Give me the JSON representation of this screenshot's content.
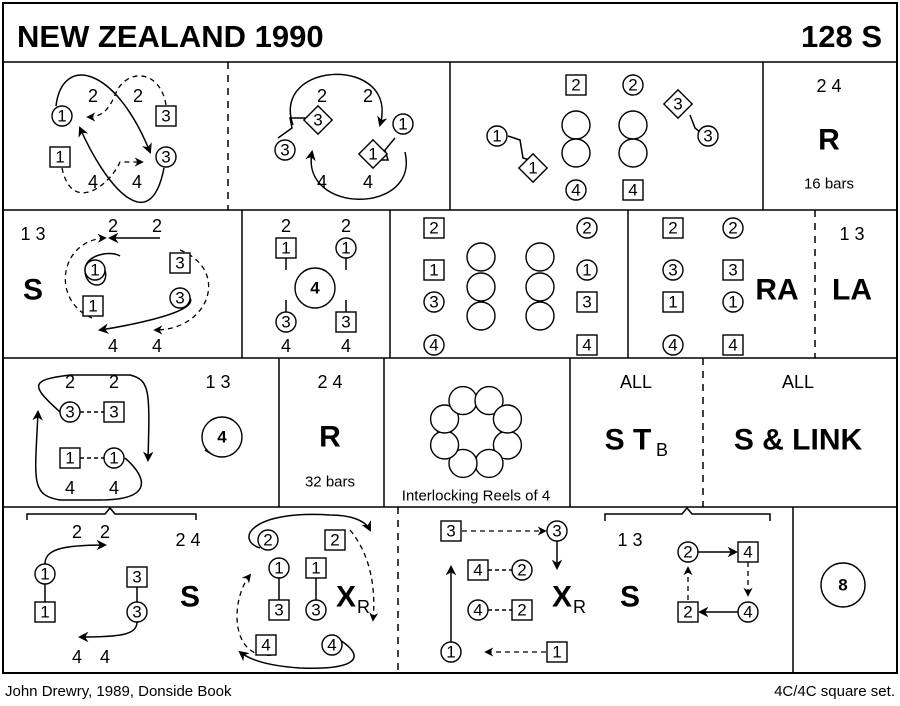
{
  "title": "NEW ZEALAND 1990",
  "tempo": "128 S",
  "footer": {
    "left": "John Drewry, 1989, Donside Book",
    "right": "4C/4C  square set."
  },
  "figures": [
    {
      "t": [
        "1",
        "2",
        "2",
        "3",
        "1",
        "4",
        "4",
        "3"
      ]
    },
    {
      "t": [
        "2",
        "2",
        "3",
        "3",
        "1",
        "1",
        "4",
        "4"
      ]
    },
    {
      "t": [
        "2",
        "2",
        "3",
        "1",
        "1",
        "3",
        "4",
        "4"
      ]
    },
    {
      "t": [
        "2 4",
        "R",
        "16 bars"
      ]
    },
    {
      "t": [
        "1 3",
        "S",
        "2",
        "2",
        "1",
        "3",
        "3",
        "1",
        "4",
        "4"
      ]
    },
    {
      "t": [
        "2",
        "2",
        "1",
        "1",
        "4",
        "3",
        "3",
        "4",
        "4"
      ]
    },
    {
      "t": [
        "2",
        "1",
        "3",
        "4",
        "2",
        "1",
        "3",
        "4"
      ]
    },
    {
      "t": [
        "2",
        "3",
        "1",
        "4",
        "2",
        "3",
        "1",
        "4",
        "RA"
      ]
    },
    {
      "t": [
        "1 3",
        "LA"
      ]
    },
    {
      "t": [
        "2",
        "2",
        "3",
        "3",
        "1",
        "1",
        "4",
        "4",
        "1 3",
        "4"
      ]
    },
    {
      "t": [
        "2 4",
        "R",
        "32 bars"
      ]
    },
    {
      "t": [
        "Interlocking Reels of 4"
      ]
    },
    {
      "t": [
        "ALL",
        "S T",
        "B"
      ]
    },
    {
      "t": [
        "ALL",
        "S & LINK"
      ]
    },
    {
      "t": [
        "2",
        "2",
        "2 4",
        "1",
        "1",
        "3",
        "3",
        "4",
        "4",
        "S"
      ]
    },
    {
      "t": [
        "2",
        "2",
        "1",
        "1",
        "3",
        "3",
        "4",
        "4",
        "X",
        "R"
      ]
    },
    {
      "t": [
        "3",
        "3",
        "4",
        "2",
        "4",
        "2",
        "1",
        "1",
        "X",
        "R",
        "1 3",
        "S",
        "2",
        "4",
        "2",
        "4"
      ]
    },
    {
      "t": [
        "8"
      ]
    }
  ]
}
